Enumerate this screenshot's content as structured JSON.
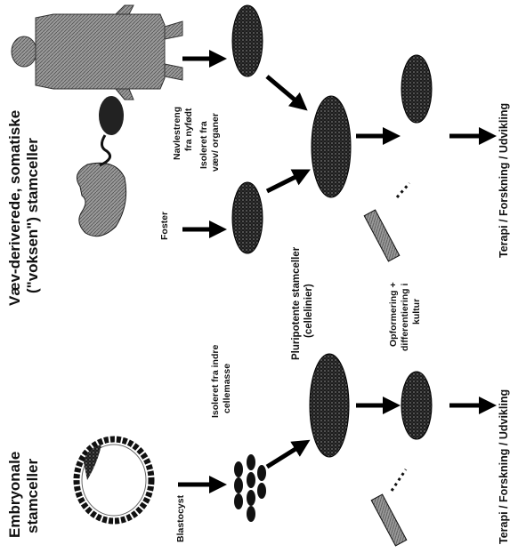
{
  "embryonic": {
    "title_line1": "Embryonale",
    "title_line2": "stamceller",
    "blastocyst_label": "Blastocyst",
    "isolated_line1": "Isoleret fra indre",
    "isolated_line2": "cellemasse",
    "pluripotent_line1": "Pluripotente stamceller",
    "pluripotent_line2": "(cellelinier)",
    "culture_line1": "Opformering +",
    "culture_line2": "differentiering i",
    "culture_line3": "kultur",
    "outcome": "Terapi  /  Forskning / Udvikling"
  },
  "adult": {
    "title_line1": "Væv-deriverede, somatiske",
    "title_line2": "(\"voksen\") stamceller",
    "fetus_label": "Foster",
    "umbilical_line1": "Navlestreng",
    "umbilical_line2": "fra nyfødt",
    "tissue_line1": "Isoleret fra",
    "tissue_line2": "væv/ organer",
    "outcome": "Terapi  /  Forskning / Udvikling"
  },
  "icons": [
    "blastocyst-icon",
    "inner-cell-mass-icon",
    "fetus-icon",
    "umbilical-cord-icon",
    "adult-human-icon",
    "cell-dish-icon",
    "arrow-icon",
    "pipette-icon"
  ]
}
